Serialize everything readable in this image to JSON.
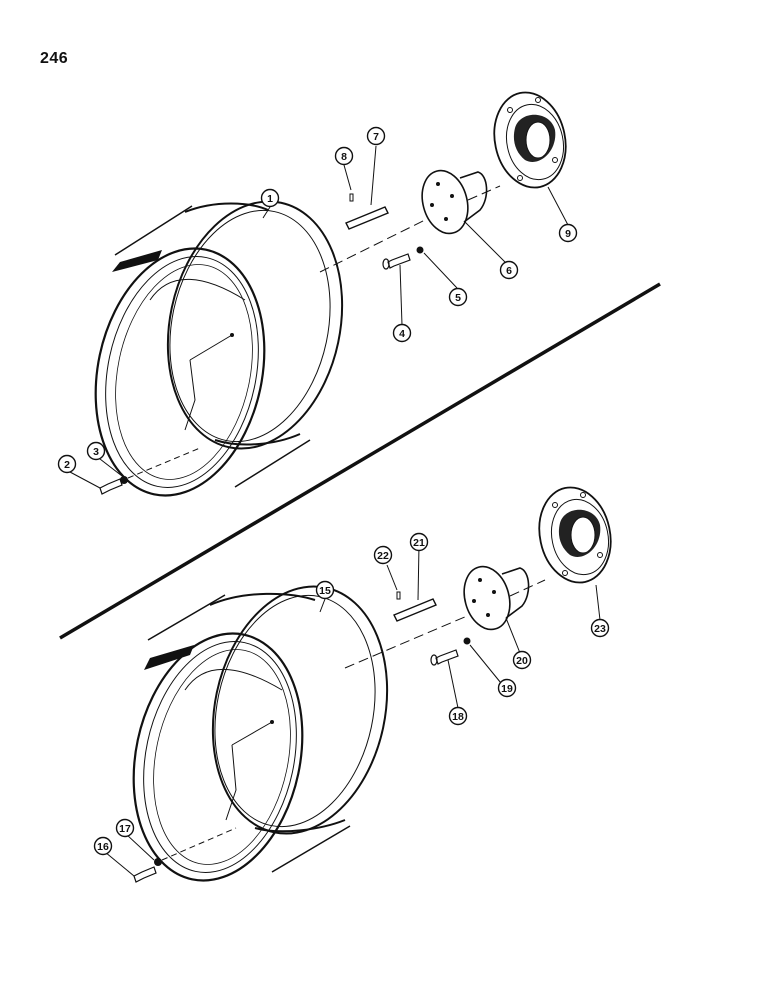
{
  "page_number": "246",
  "callouts": [
    {
      "id": "1"
    },
    {
      "id": "2"
    },
    {
      "id": "3"
    },
    {
      "id": "4"
    },
    {
      "id": "5"
    },
    {
      "id": "6"
    },
    {
      "id": "7"
    },
    {
      "id": "8"
    },
    {
      "id": "9"
    },
    {
      "id": "15"
    },
    {
      "id": "16"
    },
    {
      "id": "17"
    },
    {
      "id": "18"
    },
    {
      "id": "19"
    },
    {
      "id": "20"
    },
    {
      "id": "21"
    },
    {
      "id": "22"
    },
    {
      "id": "23"
    }
  ]
}
